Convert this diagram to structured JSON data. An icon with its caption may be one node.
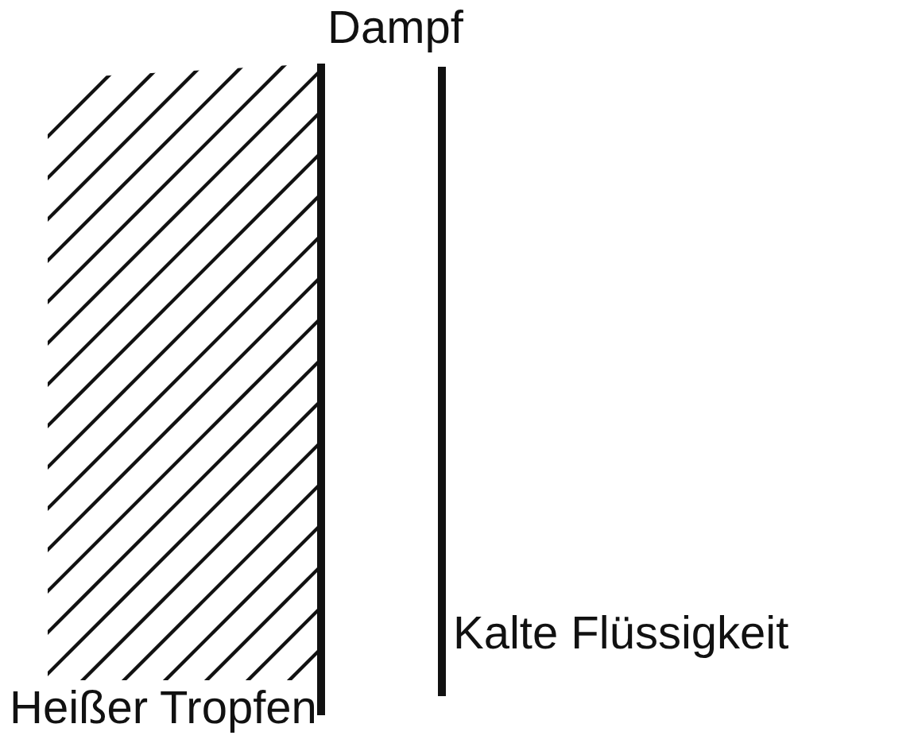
{
  "diagram": {
    "labels": [
      "Dampf",
      "Kalte Flüssigkeit",
      "Heißer Tropfen"
    ]
  }
}
